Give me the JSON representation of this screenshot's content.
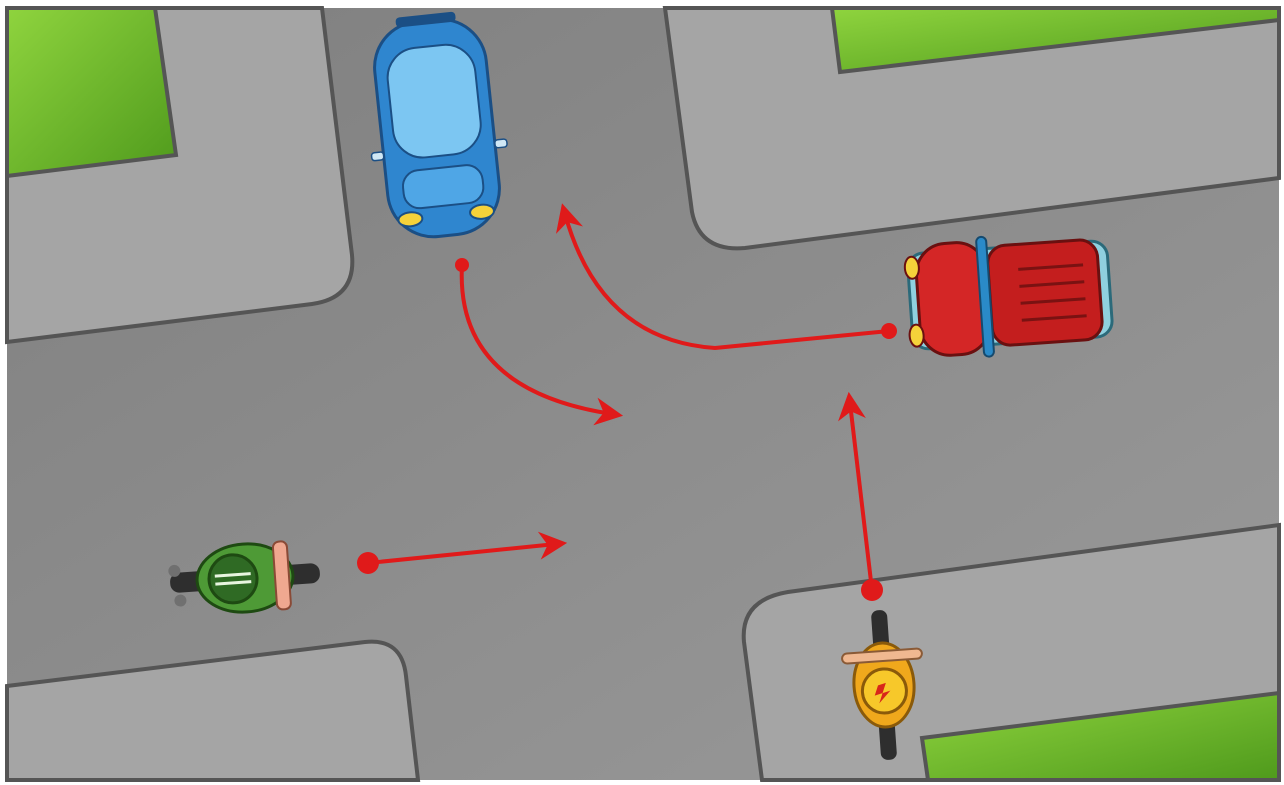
{
  "scene": {
    "type": "traffic-intersection-diagram",
    "colors": {
      "frame": "#ffffff",
      "asphalt": "#8c8c8c",
      "sidewalk": "#a2a2a2",
      "curb": "#555555",
      "grass": "#6ab82e",
      "arrow": "#e01a1a"
    },
    "vehicles": [
      {
        "id": "blue-car",
        "kind": "car",
        "color": "#3a9be0",
        "heading": "down"
      },
      {
        "id": "red-car",
        "kind": "car",
        "color": "#d22a2a",
        "heading": "left"
      },
      {
        "id": "green-motorcycle",
        "kind": "motorcycle",
        "color": "#3f8a2e",
        "heading": "right"
      },
      {
        "id": "yellow-motorcycle",
        "kind": "motorcycle",
        "color": "#f0a81c",
        "heading": "up"
      }
    ],
    "movements": [
      {
        "vehicle": "blue-car",
        "maneuver": "left-turn"
      },
      {
        "vehicle": "red-car",
        "maneuver": "right-turn"
      },
      {
        "vehicle": "green-motorcycle",
        "maneuver": "straight"
      },
      {
        "vehicle": "yellow-motorcycle",
        "maneuver": "straight"
      }
    ]
  }
}
